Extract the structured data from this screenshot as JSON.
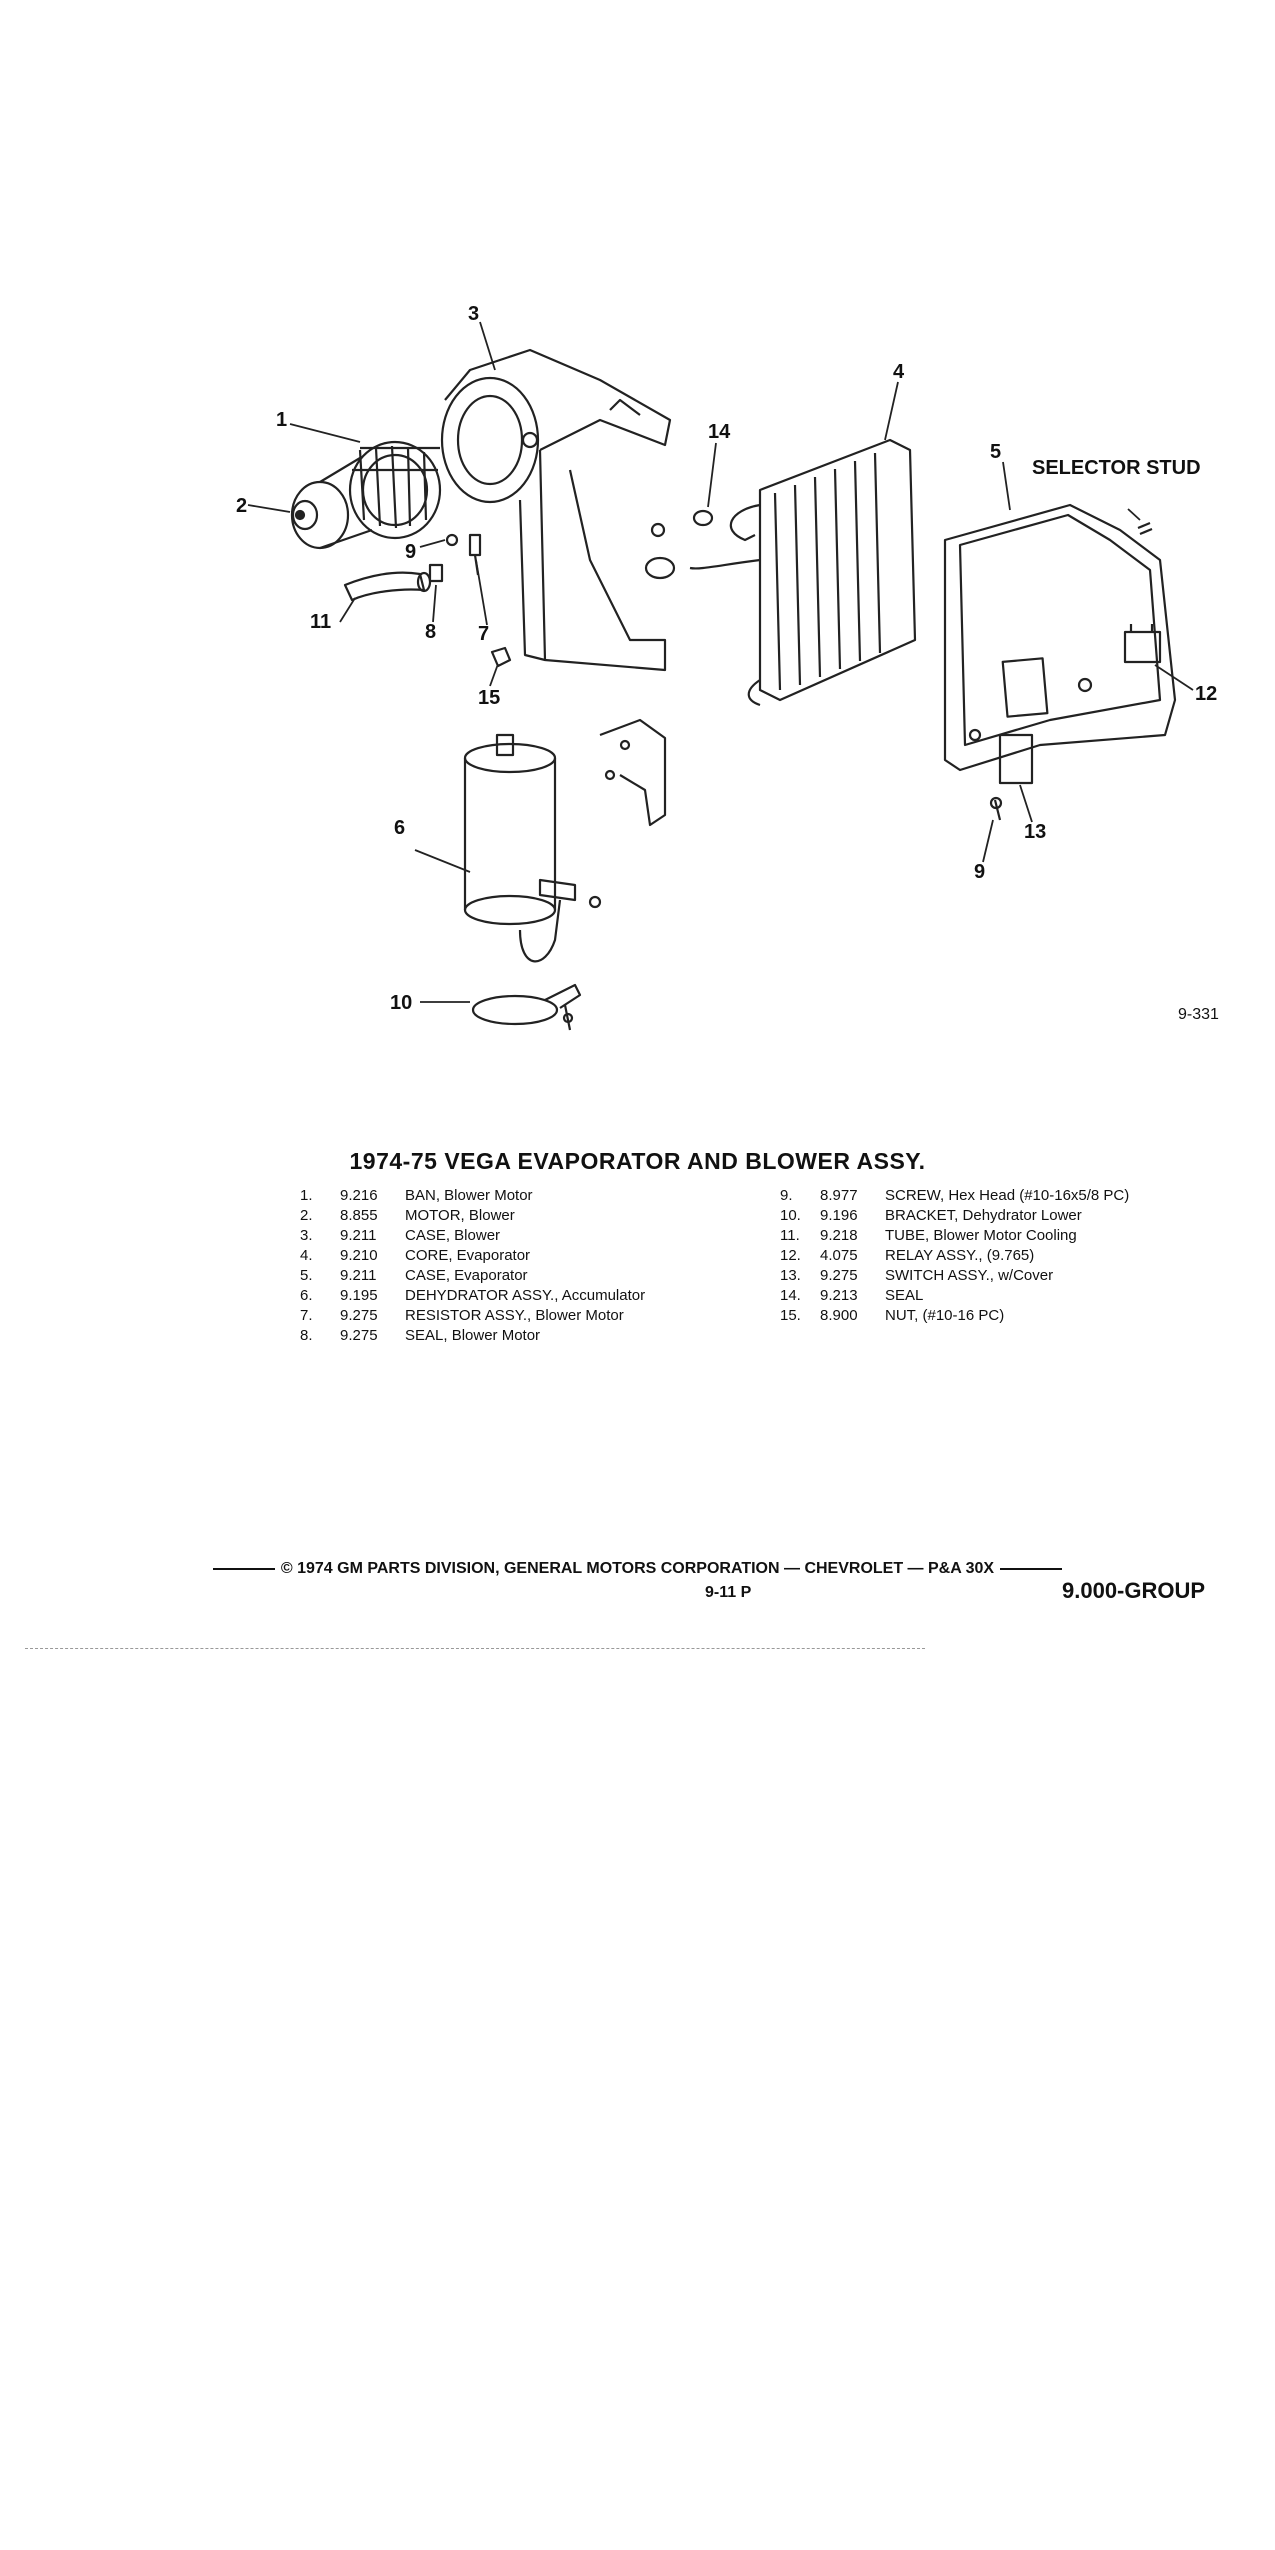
{
  "figure": {
    "callouts": [
      "1",
      "2",
      "3",
      "4",
      "5",
      "6",
      "7",
      "8",
      "9",
      "10",
      "11",
      "12",
      "13",
      "14",
      "15",
      "9"
    ],
    "selector_label": "SELECTOR STUD",
    "figure_id": "9-331"
  },
  "title": "1974-75 VEGA EVAPORATOR AND BLOWER ASSY.",
  "parts_left": [
    {
      "num": "1.",
      "code": "9.216",
      "desc": "BAN, Blower Motor"
    },
    {
      "num": "2.",
      "code": "8.855",
      "desc": "MOTOR, Blower"
    },
    {
      "num": "3.",
      "code": "9.211",
      "desc": "CASE, Blower"
    },
    {
      "num": "4.",
      "code": "9.210",
      "desc": "CORE, Evaporator"
    },
    {
      "num": "5.",
      "code": "9.211",
      "desc": "CASE, Evaporator"
    },
    {
      "num": "6.",
      "code": "9.195",
      "desc": "DEHYDRATOR ASSY., Accumulator"
    },
    {
      "num": "7.",
      "code": "9.275",
      "desc": "RESISTOR ASSY., Blower Motor"
    },
    {
      "num": "8.",
      "code": "9.275",
      "desc": "SEAL, Blower Motor"
    }
  ],
  "parts_right": [
    {
      "num": "9.",
      "code": "8.977",
      "desc": "SCREW, Hex Head (#10-16x5/8 PC)"
    },
    {
      "num": "10.",
      "code": "9.196",
      "desc": "BRACKET, Dehydrator Lower"
    },
    {
      "num": "11.",
      "code": "9.218",
      "desc": "TUBE, Blower Motor Cooling"
    },
    {
      "num": "12.",
      "code": "4.075",
      "desc": "RELAY ASSY., (9.765)"
    },
    {
      "num": "13.",
      "code": "9.275",
      "desc": "SWITCH ASSY., w/Cover"
    },
    {
      "num": "14.",
      "code": "9.213",
      "desc": "SEAL"
    },
    {
      "num": "15.",
      "code": "8.900",
      "desc": "NUT, (#10-16 PC)"
    }
  ],
  "footer": {
    "copyright": "© 1974 GM PARTS DIVISION, GENERAL MOTORS CORPORATION — CHEVROLET — P&A 30X",
    "page": "9-11 P",
    "group": "9.000-GROUP"
  }
}
